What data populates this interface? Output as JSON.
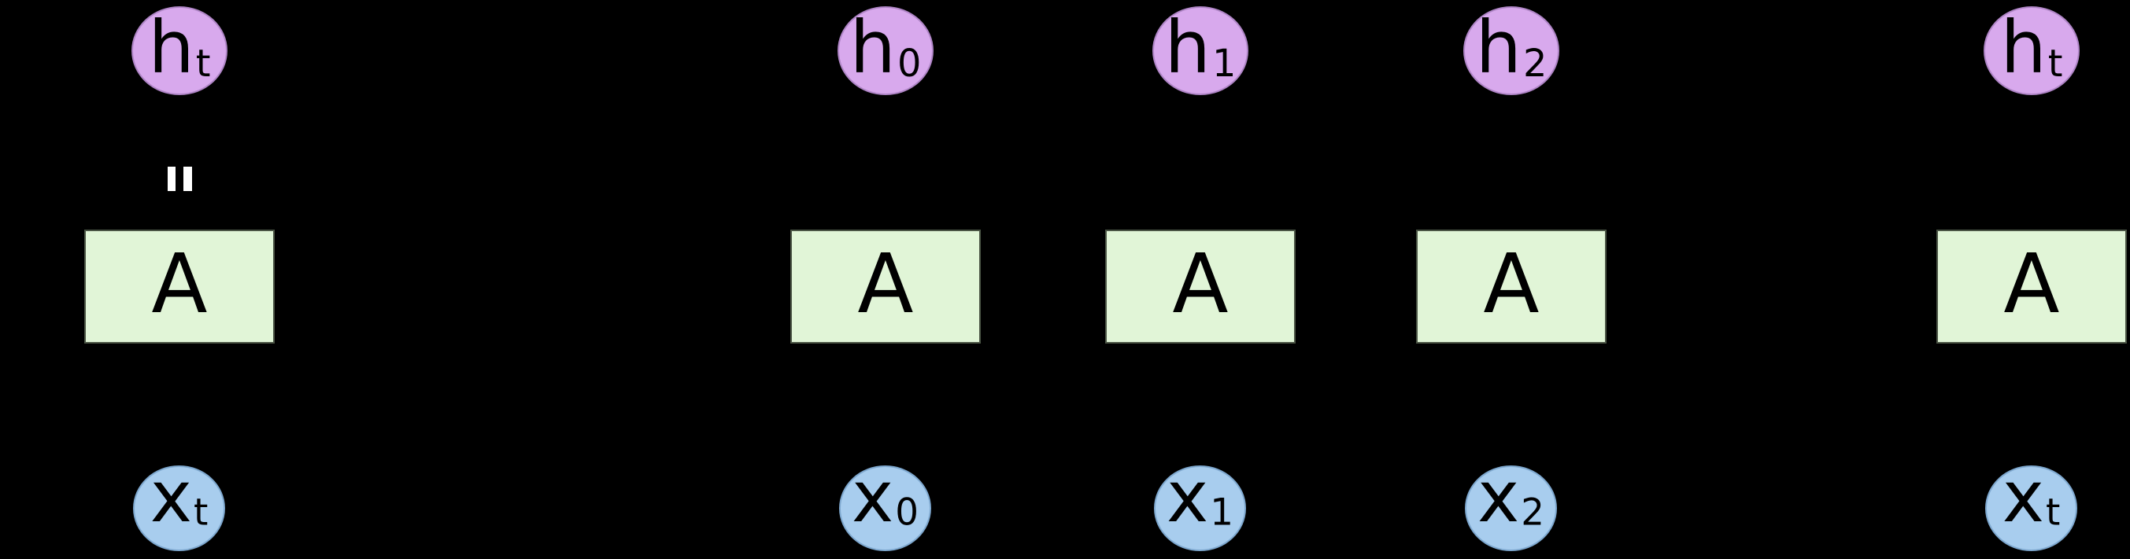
{
  "diagram": {
    "kind": "recurrent-neural-network-unrolled",
    "colors": {
      "background": "#000000",
      "hidden_fill": "#d8a9ed",
      "hidden_stroke": "#af85c6",
      "input_fill": "#a8cdee",
      "input_stroke": "#7ea8cf",
      "cell_fill": "#e1f5d7",
      "cell_stroke": "#4a5444",
      "loop_mark": "#ffffff",
      "label_color": "#000000"
    },
    "units": [
      {
        "role": "rolled",
        "hidden_label": "h",
        "hidden_subscript": "t",
        "cell_label": "A",
        "input_label": "x",
        "input_subscript": "t"
      },
      {
        "role": "unrolled-0",
        "hidden_label": "h",
        "hidden_subscript": "0",
        "cell_label": "A",
        "input_label": "x",
        "input_subscript": "0"
      },
      {
        "role": "unrolled-1",
        "hidden_label": "h",
        "hidden_subscript": "1",
        "cell_label": "A",
        "input_label": "x",
        "input_subscript": "1"
      },
      {
        "role": "unrolled-2",
        "hidden_label": "h",
        "hidden_subscript": "2",
        "cell_label": "A",
        "input_label": "x",
        "input_subscript": "2"
      },
      {
        "role": "unrolled-t",
        "hidden_label": "h",
        "hidden_subscript": "t",
        "cell_label": "A",
        "input_label": "x",
        "input_subscript": "t"
      }
    ]
  }
}
